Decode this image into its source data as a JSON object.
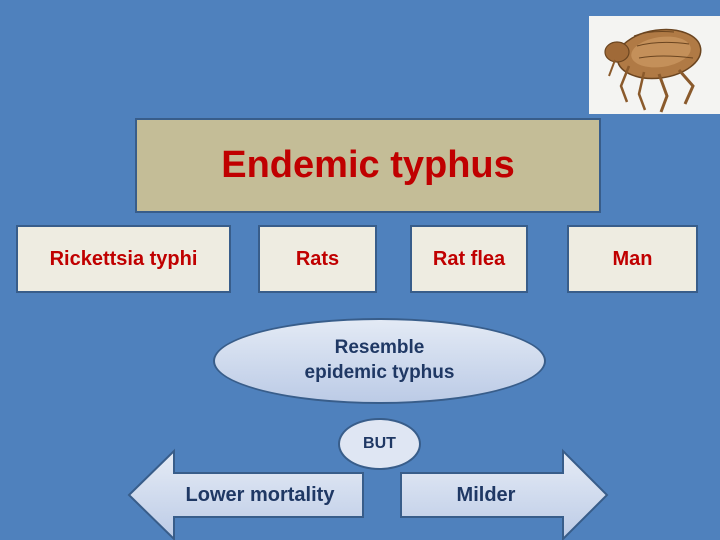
{
  "title": "Endemic typhus",
  "facts": [
    {
      "label": "Rickettsia typhi"
    },
    {
      "label": "Rats"
    },
    {
      "label": "Rat flea"
    },
    {
      "label": "Man"
    }
  ],
  "resemble": {
    "line1": "Resemble",
    "line2": "epidemic typhus"
  },
  "but": "BUT",
  "differences": {
    "left": "Lower mortality",
    "right": "Milder"
  },
  "colors": {
    "background": "#4f81bd",
    "title_box": "#c4bd97",
    "title_text": "#c00000",
    "fact_box": "#eeece1",
    "fact_text": "#c00000",
    "outline": "#385d8a",
    "shape_text": "#1f3864"
  },
  "image": {
    "icon": "flea-photo"
  }
}
